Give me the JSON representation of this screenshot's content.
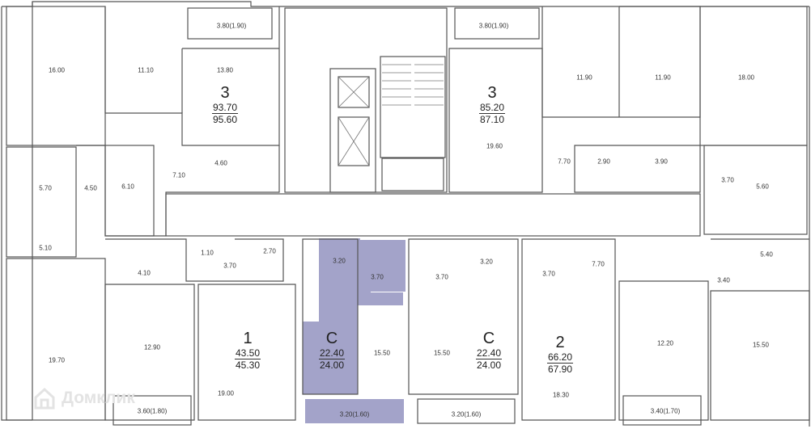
{
  "colors": {
    "wall": "#555555",
    "highlight": "#a3a3c9",
    "watermark": "#e3e3e3"
  },
  "apartments": [
    {
      "id": "3-left",
      "type": "3",
      "area": "93.70",
      "area_total": "95.60"
    },
    {
      "id": "3-center",
      "type": "3",
      "area": "85.20",
      "area_total": "87.10"
    },
    {
      "id": "1-left",
      "type": "1",
      "area": "43.50",
      "area_total": "45.30"
    },
    {
      "id": "studio-selected",
      "type": "С",
      "area": "22.40",
      "area_total": "24.00"
    },
    {
      "id": "studio-right",
      "type": "С",
      "area": "22.40",
      "area_total": "24.00"
    },
    {
      "id": "2-right",
      "type": "2",
      "area": "66.20",
      "area_total": "67.90"
    }
  ],
  "rooms": [
    "16.00",
    "11.10",
    "3.80(1.90)",
    "13.80",
    "4.60",
    "5.70",
    "4.50",
    "6.10",
    "7.10",
    "3.80(1.90)",
    "19.60",
    "11.90",
    "11.90",
    "18.00",
    "7.70",
    "2.90",
    "3.90",
    "3.70",
    "5.60",
    "5.10",
    "1.10",
    "2.70",
    "3.70",
    "4.10",
    "3.20",
    "3.70",
    "3.70",
    "3.20",
    "3.70",
    "7.70",
    "5.40",
    "3.40",
    "19.70",
    "12.90",
    "19.00",
    "15.50",
    "15.50",
    "18.30",
    "12.20",
    "15.50",
    "3.60(1.80)",
    "3.20(1.60)",
    "3.20(1.60)",
    "3.40(1.70)"
  ],
  "watermark": {
    "text": "Домклик"
  }
}
